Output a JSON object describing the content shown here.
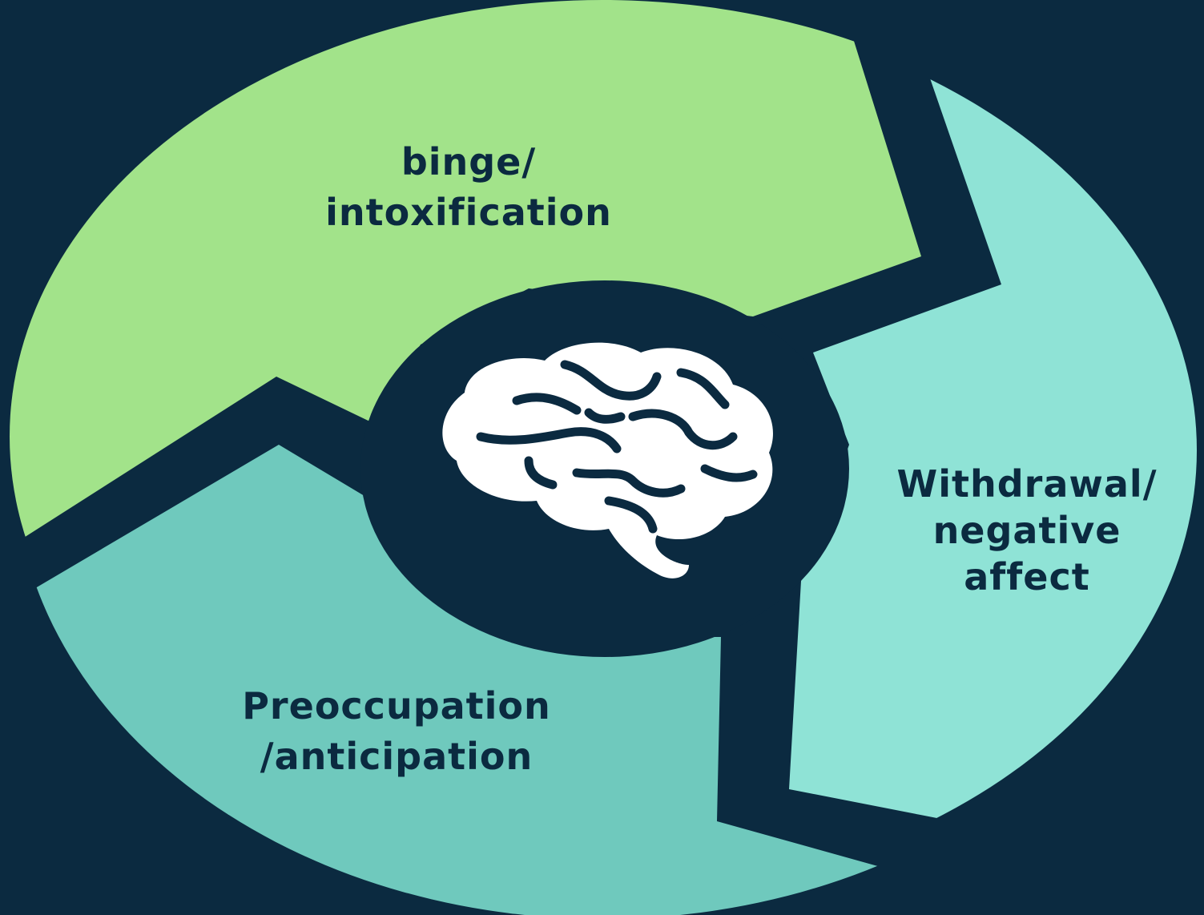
{
  "diagram": {
    "colors": {
      "background": "#0b2a40",
      "segment_binge": "#a2e38a",
      "segment_withdrawal": "#8fe3d6",
      "segment_preoccupation": "#6fc9bd",
      "brain": "#ffffff",
      "text": "#0b2a40"
    },
    "center_icon": "brain-icon",
    "segments": [
      {
        "id": "binge",
        "lines": [
          "binge/",
          "intoxification"
        ]
      },
      {
        "id": "withdrawal",
        "lines": [
          "Withdrawal/",
          "negative",
          "affect"
        ]
      },
      {
        "id": "preoccupation",
        "lines": [
          "Preoccupation",
          "/anticipation"
        ]
      }
    ]
  }
}
